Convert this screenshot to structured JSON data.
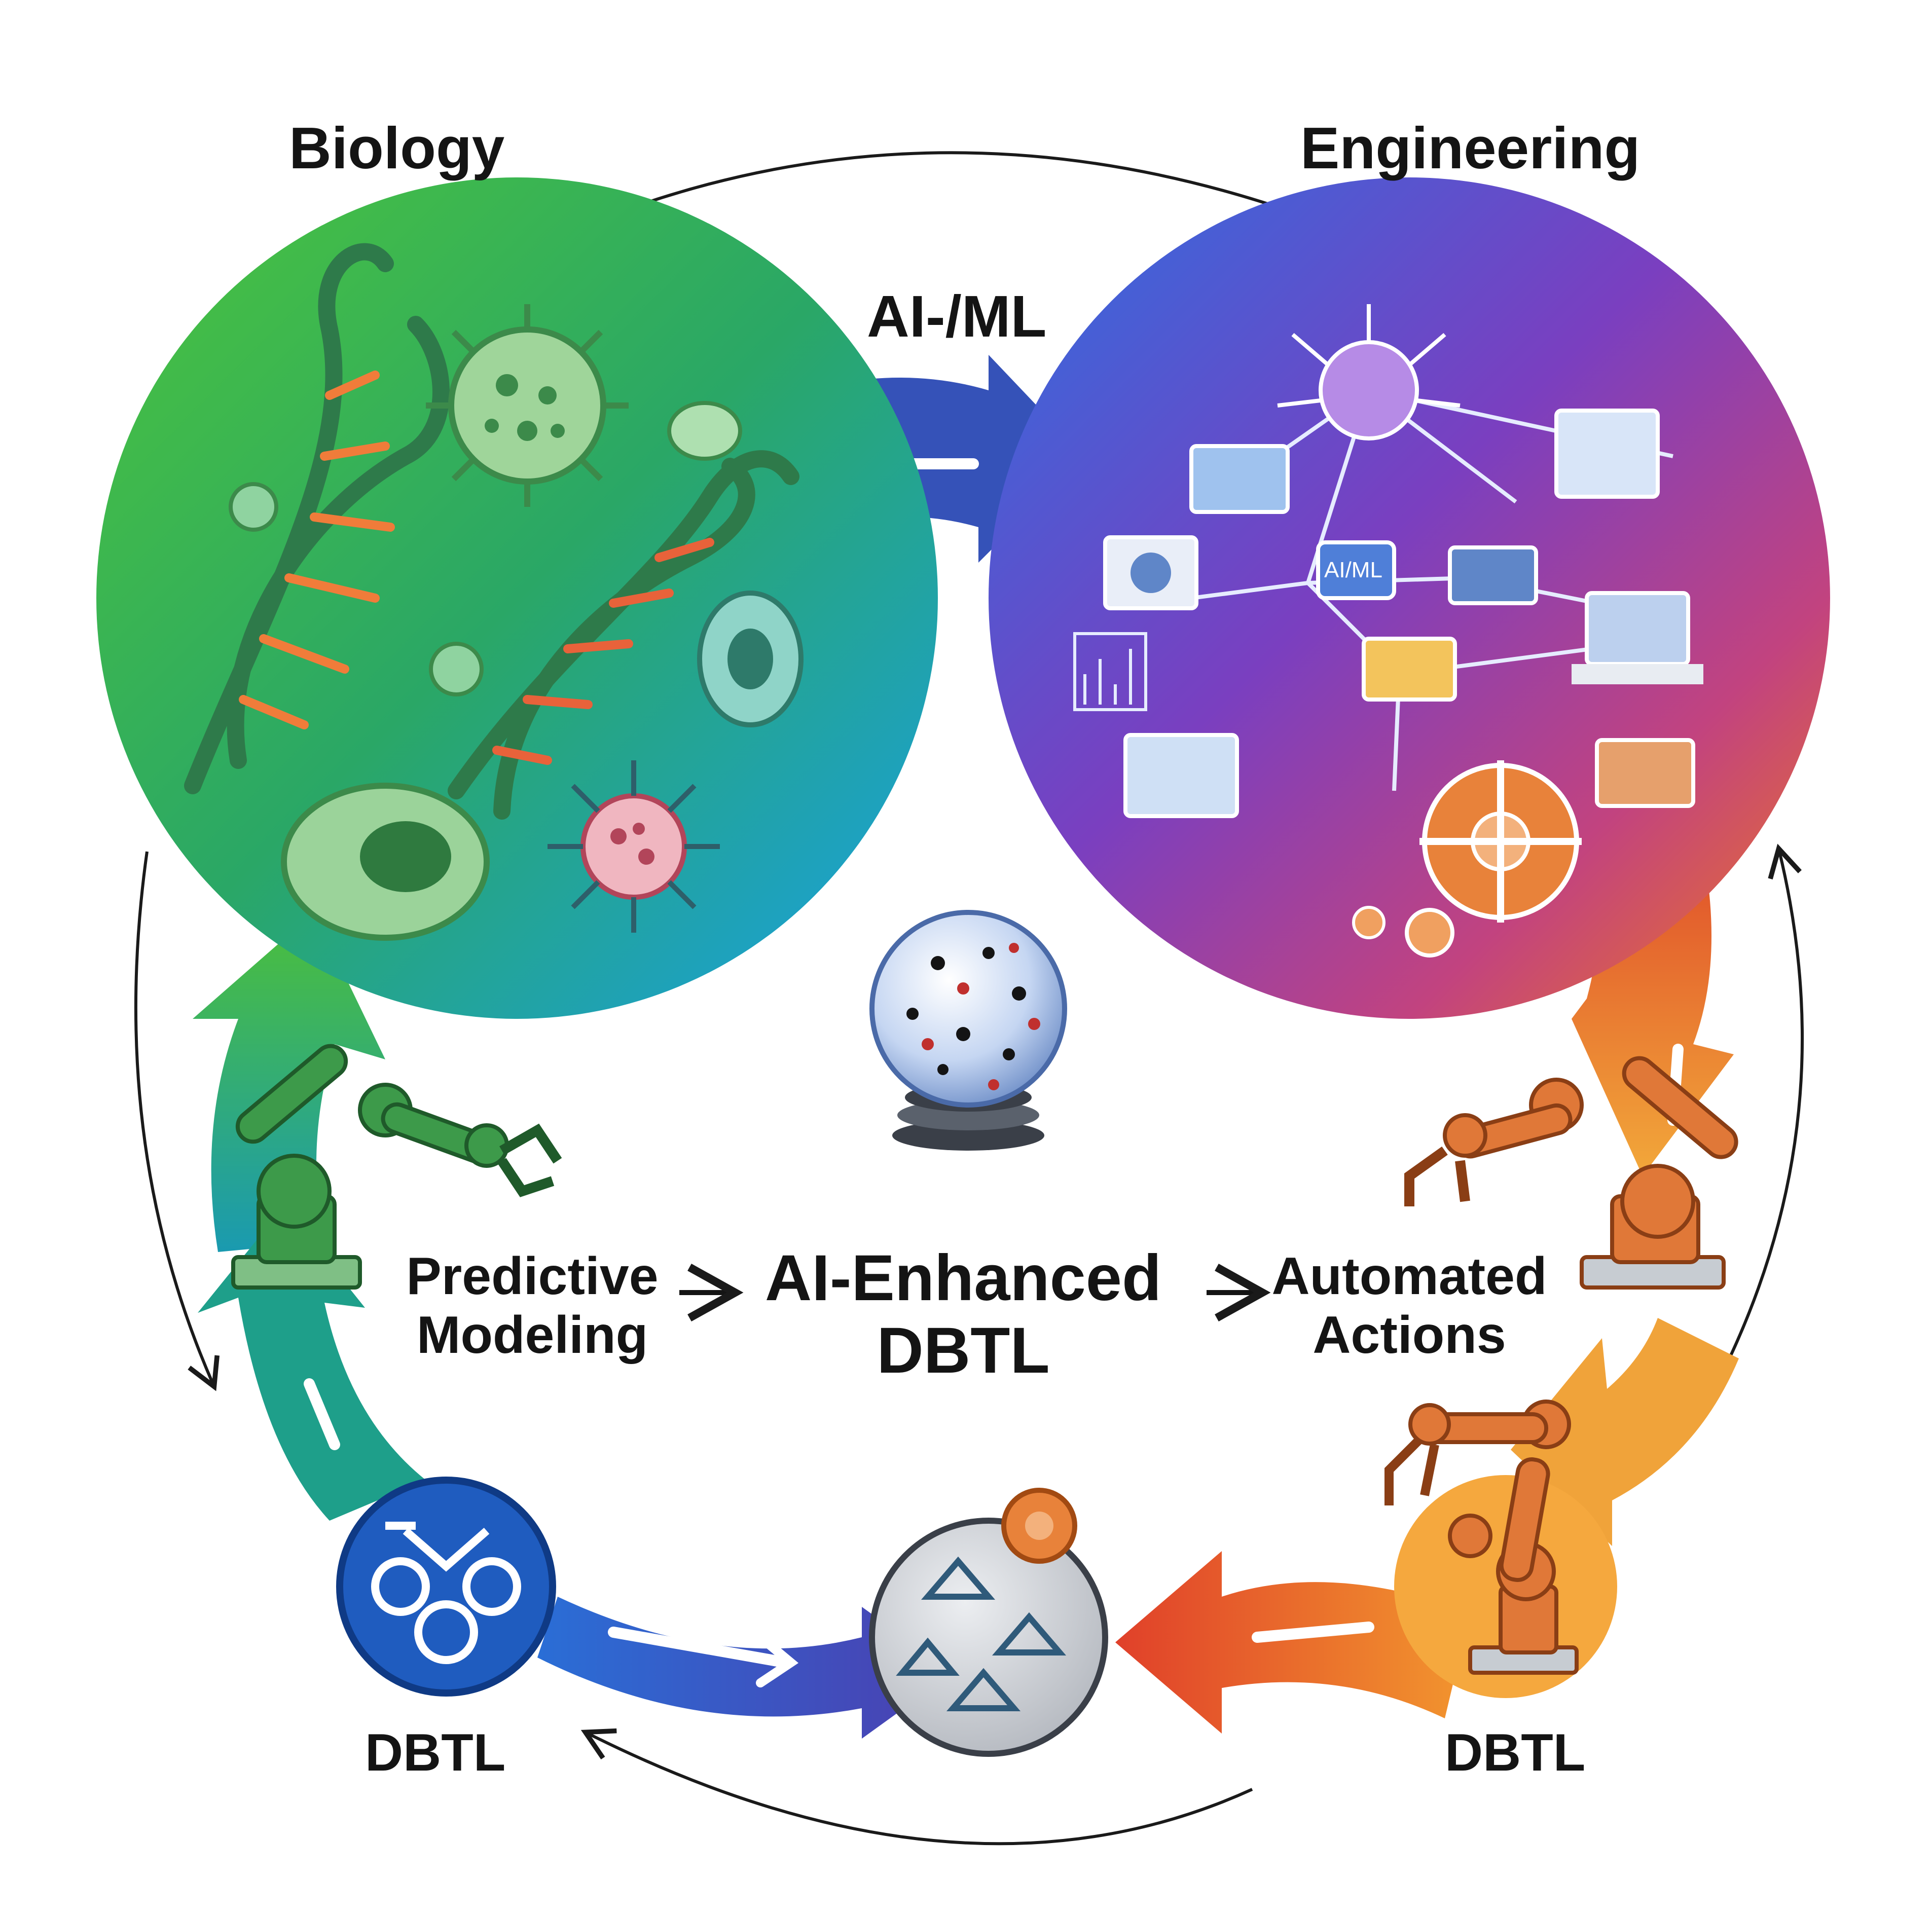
{
  "labels": {
    "biology": "Biology",
    "engineering": "Engineering",
    "ai_ml": "AI-/ML",
    "predictive_line1": "Predictive",
    "predictive_line2": "Modeling",
    "center_line1": "AI-Enhanced",
    "center_line2": "DBTL",
    "automated_line1": "Automated",
    "automated_line2": "Actions",
    "dbtl_left": "DBTL",
    "dbtl_right": "DBTL",
    "aiml_chip": "AI/ML",
    "arrow_right_1": "→",
    "arrow_right_2": "→"
  },
  "colors": {
    "biology_green": "#3cb043",
    "biology_blue": "#1c9ee0",
    "eng_blue": "#2f5fd6",
    "eng_purple": "#8a3fb8",
    "eng_orange": "#ec6a1e",
    "arrow_blue": "#3552b8",
    "arrow_green": "#3fb548",
    "arrow_teal": "#1e9f8a",
    "arrow_orange": "#e8632a",
    "arrow_amber": "#f1a23a",
    "robot_green": "#3d9a4a",
    "robot_orange": "#e07838",
    "node_blue": "#1f5cbf",
    "node_gray": "#c9ccd2",
    "node_amber": "#f5a83e"
  },
  "icons": [
    "dna-helix-icon",
    "virus-icon",
    "cell-icon",
    "neural-network-icon",
    "gear-icon",
    "robot-arm-icon",
    "crystal-ball-icon",
    "laptop-icon"
  ]
}
